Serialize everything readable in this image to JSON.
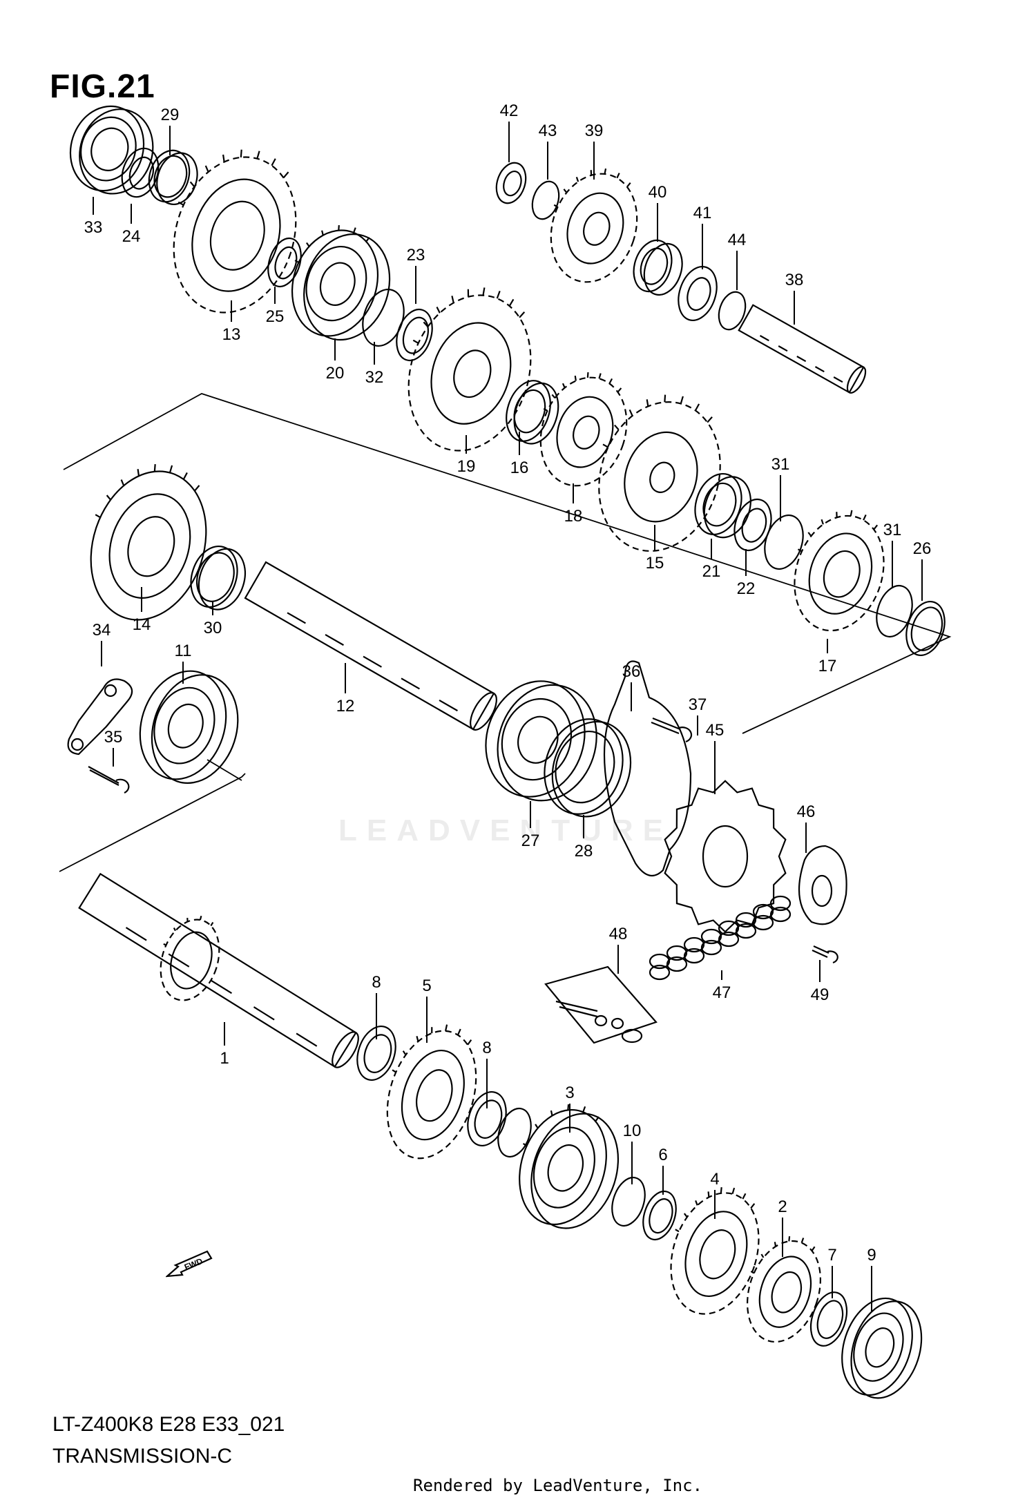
{
  "figure": {
    "title": "FIG.21"
  },
  "watermark": "LEADVENTURE",
  "footer": {
    "code": "LT-Z400K8 E28 E33_021",
    "name": "TRANSMISSION-C",
    "credit": "Rendered by LeadVenture, Inc."
  },
  "direction_badge": "FWD",
  "callouts": [
    "1",
    "2",
    "3",
    "4",
    "5",
    "6",
    "7",
    "8",
    "8",
    "9",
    "10",
    "11",
    "12",
    "13",
    "14",
    "15",
    "16",
    "17",
    "18",
    "19",
    "20",
    "21",
    "22",
    "23",
    "24",
    "25",
    "26",
    "27",
    "28",
    "29",
    "30",
    "31",
    "31",
    "32",
    "33",
    "34",
    "35",
    "36",
    "37",
    "38",
    "39",
    "40",
    "41",
    "42",
    "43",
    "44",
    "45",
    "46",
    "47",
    "48",
    "49"
  ],
  "colors": {
    "line": "#000000",
    "background": "#ffffff",
    "watermark": "#ececec"
  }
}
